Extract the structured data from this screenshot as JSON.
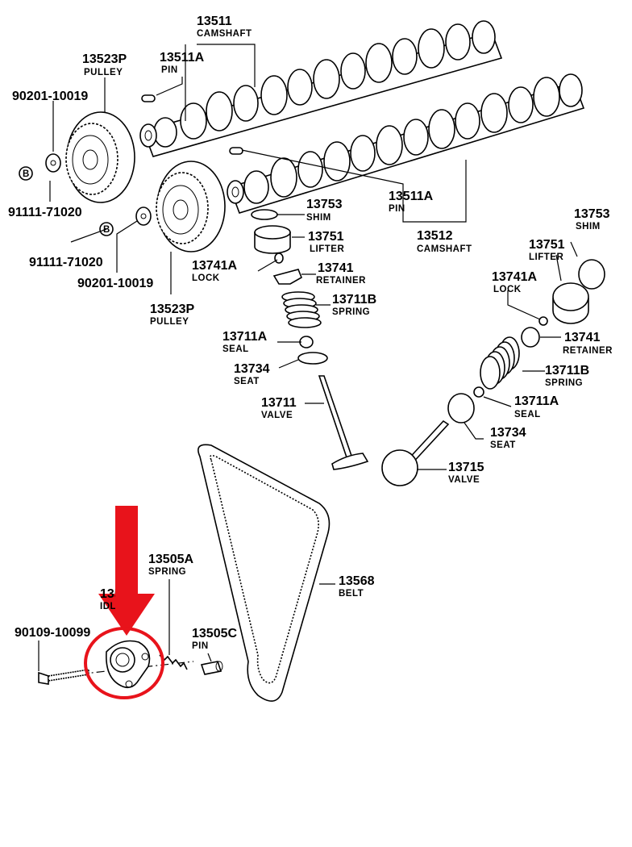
{
  "parts": {
    "camshaft_13511": {
      "number": "13511",
      "name": "CAMSHAFT"
    },
    "pin_13511A_top": {
      "number": "13511A",
      "name": "PIN"
    },
    "pulley_13523P_top": {
      "number": "13523P",
      "name": "PULLEY"
    },
    "washer_90201_top": {
      "number": "90201-10019"
    },
    "bolt_91111_top": {
      "number": "91111-71020"
    },
    "pin_13511A_mid": {
      "number": "13511A",
      "name": "PIN"
    },
    "camshaft_13512": {
      "number": "13512",
      "name": "CAMSHAFT"
    },
    "bolt_91111_mid": {
      "number": "91111-71020"
    },
    "washer_90201_mid": {
      "number": "90201-10019"
    },
    "pulley_13523P_bottom": {
      "number": "13523P",
      "name": "PULLEY"
    },
    "shim_13753_left": {
      "number": "13753",
      "name": "SHIM"
    },
    "lifter_13751_left": {
      "number": "13751",
      "name": "LIFTER"
    },
    "lock_13741A_left": {
      "number": "13741A",
      "name": "LOCK"
    },
    "retainer_13741_left": {
      "number": "13741",
      "name": "RETAINER"
    },
    "spring_13711B_left": {
      "number": "13711B",
      "name": "SPRING"
    },
    "seal_13711A_left": {
      "number": "13711A",
      "name": "SEAL"
    },
    "seat_13734_left": {
      "number": "13734",
      "name": "SEAT"
    },
    "valve_13711": {
      "number": "13711",
      "name": "VALVE"
    },
    "shim_13753_right": {
      "number": "13753",
      "name": "SHIM"
    },
    "lifter_13751_right": {
      "number": "13751",
      "name": "LIFTER"
    },
    "lock_13741A_right": {
      "number": "13741A",
      "name": "LOCK"
    },
    "retainer_13741_right": {
      "number": "13741",
      "name": "RETAINER"
    },
    "spring_13711B_right": {
      "number": "13711B",
      "name": "SPRING"
    },
    "seal_13711A_right": {
      "number": "13711A",
      "name": "SEAL"
    },
    "seat_13734_right": {
      "number": "13734",
      "name": "SEAT"
    },
    "valve_13715": {
      "number": "13715",
      "name": "VALVE"
    },
    "spring_13505A": {
      "number": "13505A",
      "name": "SPRING"
    },
    "idler_13505": {
      "number": "13505",
      "name": "IDLER"
    },
    "bolt_90109": {
      "number": "90109-10099"
    },
    "pin_13505C": {
      "number": "13505C",
      "name": "PIN"
    },
    "belt_13568": {
      "number": "13568",
      "name": "BELT"
    }
  },
  "markers": {
    "bolt_marker_letter": "B"
  },
  "colors": {
    "highlight": "#e8131b",
    "ink": "#000000"
  }
}
